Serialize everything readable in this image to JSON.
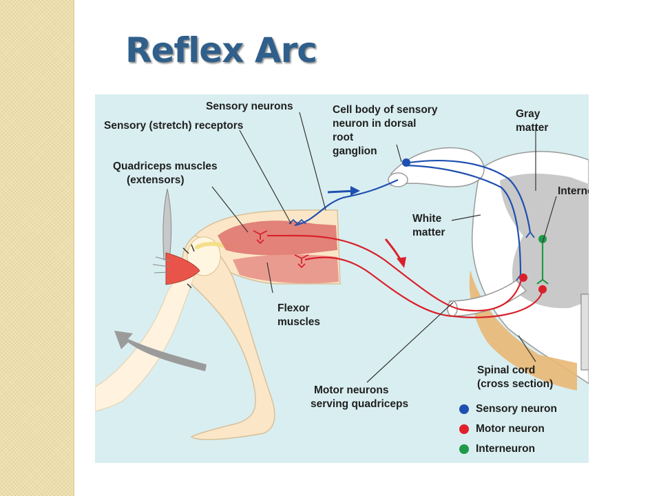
{
  "title": "Reflex Arc",
  "labels": {
    "sensory_neurons": "Sensory neurons",
    "stretch_receptors": "Sensory (stretch) receptors",
    "quadriceps": [
      "Quadriceps muscles",
      "(extensors)"
    ],
    "cell_body": [
      "Cell body of sensory",
      "neuron in dorsal",
      "root",
      "ganglion"
    ],
    "gray_matter": [
      "Gray",
      "matter"
    ],
    "interneurons": "Interneurons",
    "white_matter": [
      "White",
      "matter"
    ],
    "flexor": [
      "Flexor",
      "muscles"
    ],
    "spinal_cord": [
      "Spinal cord",
      "(cross section)"
    ],
    "motor_neurons": [
      "Motor neurons",
      "serving quadriceps"
    ]
  },
  "legend": [
    {
      "label": "Sensory neuron",
      "color": "#1f4fb0"
    },
    {
      "label": "Motor neuron",
      "color": "#e0202a"
    },
    {
      "label": "Interneuron",
      "color": "#1f9a4a"
    }
  ],
  "colors": {
    "sensory": "#1f4fb0",
    "motor": "#d9202a",
    "inter": "#1f9a4a",
    "muscle": "#e07a72",
    "skin": "#fbe7c8",
    "gray_matter": "#c9c9c9",
    "dorsal": "#e9b774"
  }
}
